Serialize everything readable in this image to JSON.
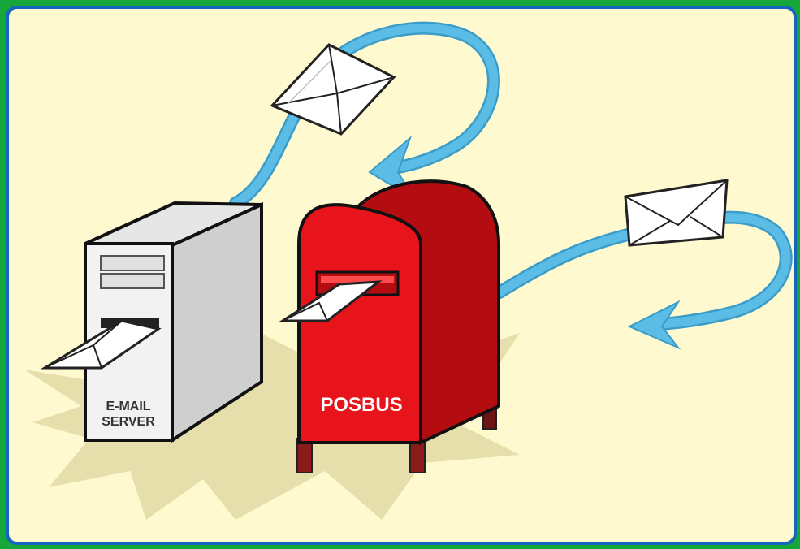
{
  "server": {
    "label_line1": "E-MAIL",
    "label_line2": "SERVER"
  },
  "mailbox": {
    "label": "POSBUS"
  },
  "colors": {
    "frame": "#17a63a",
    "border": "#1565c0",
    "background": "#fff9cf",
    "shadow": "#e4dba6",
    "arrow": "#5bbde6",
    "server_front": "#f2f2f2",
    "server_side": "#d3d3d3",
    "mailbox_red": "#e8141c",
    "mailbox_dark": "#b30d12",
    "legs": "#8b1a1a"
  },
  "icons": [
    "envelope-icon",
    "curved-arrow-icon",
    "server-icon",
    "mailbox-icon"
  ]
}
